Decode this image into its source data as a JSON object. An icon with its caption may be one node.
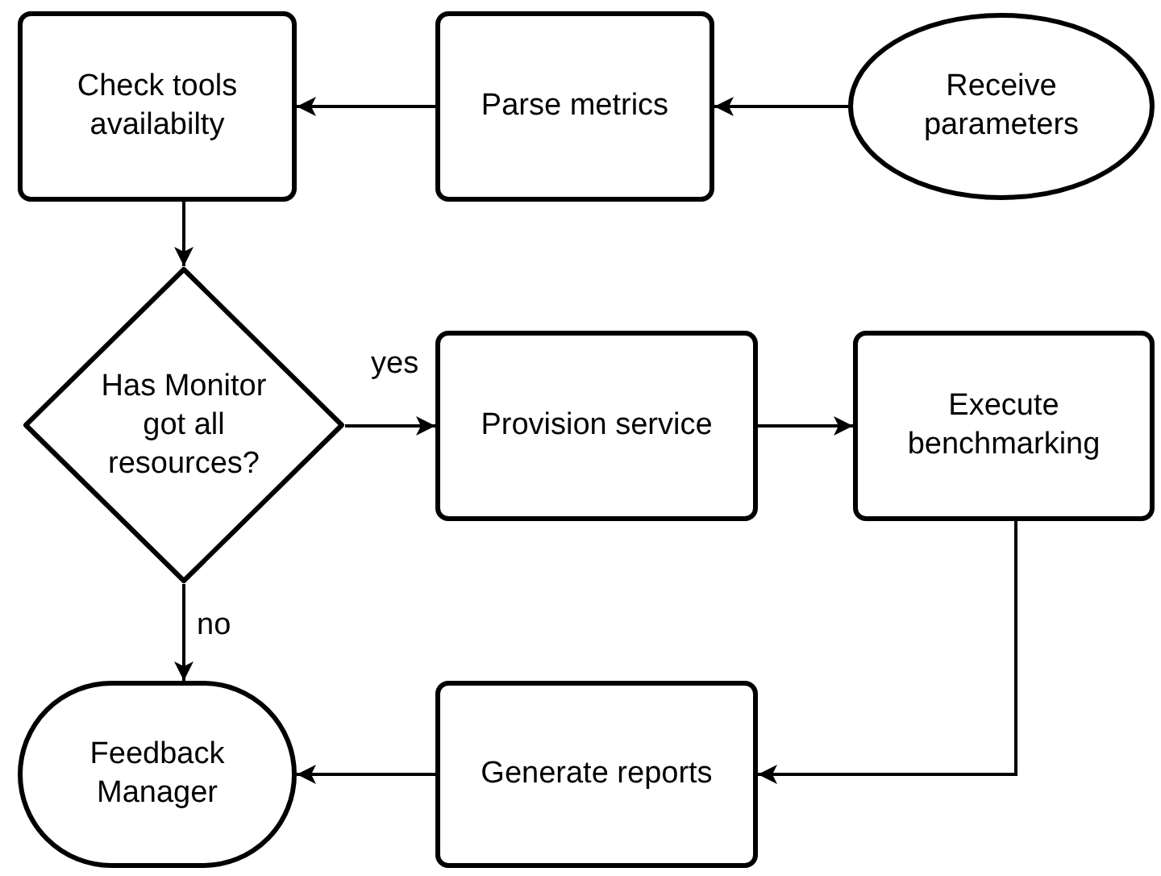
{
  "diagram": {
    "nodes": [
      {
        "text": [
          "Check tools availabilty"
        ]
      },
      {
        "text": [
          "Parse metrics"
        ]
      },
      {
        "text": [
          "Receive parameters"
        ]
      },
      {
        "text": [
          "Has Monitor got all resources?"
        ]
      },
      {
        "text": [
          "Provision service"
        ]
      },
      {
        "text": [
          "Execute benchmarking"
        ]
      },
      {
        "text": [
          "Feedback Manager"
        ]
      },
      {
        "text": [
          "Generate reports"
        ]
      }
    ],
    "edges": [
      {
        "from": 2,
        "to": 1,
        "arrow": "to"
      },
      {
        "from": 1,
        "to": 0,
        "arrow": "to"
      },
      {
        "from": 0,
        "to": 3,
        "arrow": "to"
      },
      {
        "from": 3,
        "to": 4,
        "arrow": "to",
        "label": "yes"
      },
      {
        "from": 4,
        "to": 5,
        "arrow": "to"
      },
      {
        "from": 5,
        "to": 7,
        "arrow": "to"
      },
      {
        "from": 7,
        "to": 6,
        "arrow": "to"
      },
      {
        "from": 3,
        "to": 6,
        "arrow": "to",
        "label": "no"
      }
    ]
  }
}
